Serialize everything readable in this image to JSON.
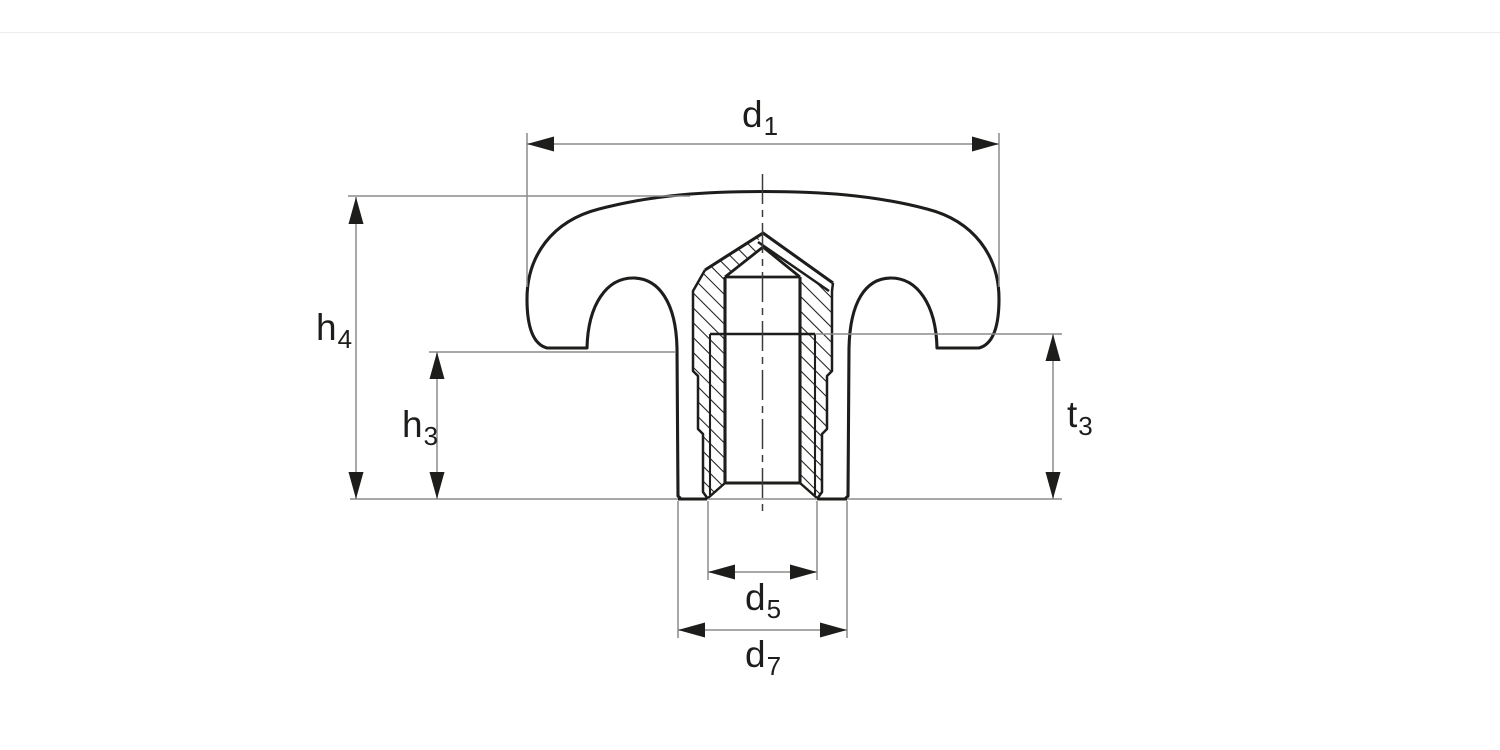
{
  "page": {
    "background": "#ffffff",
    "header_strip": {
      "divider_color": "#ececec"
    }
  },
  "drawing": {
    "kind": "technical-section-view",
    "colors": {
      "outline": "#1d1d1b",
      "hatch": "#1d1d1b",
      "dimension_lines": "#8c8c8c",
      "centerline": "#3c3c3c",
      "label_text": "#1d1d1b",
      "page_bg": "#ffffff",
      "divider": "#ececec"
    },
    "labels": {
      "d1": {
        "base": "d",
        "sub": "1"
      },
      "h4": {
        "base": "h",
        "sub": "4"
      },
      "h3": {
        "base": "h",
        "sub": "3"
      },
      "t3": {
        "base": "t",
        "sub": "3"
      },
      "d5": {
        "base": "d",
        "sub": "5"
      },
      "d7": {
        "base": "d",
        "sub": "7"
      }
    }
  }
}
